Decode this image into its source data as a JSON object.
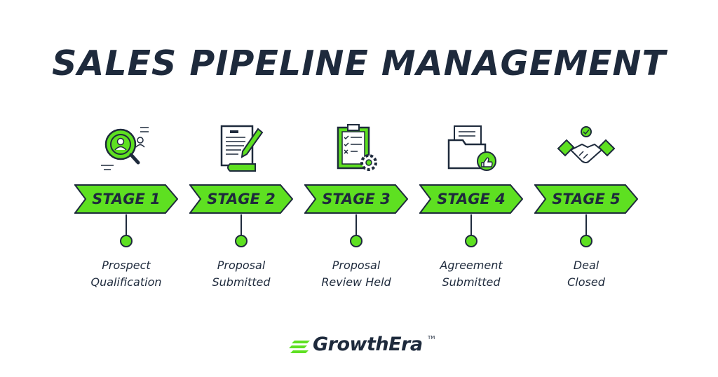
{
  "title": "SALES PIPELINE MANAGEMENT",
  "colors": {
    "accent": "#5ee021",
    "dark": "#1e2a3c",
    "background": "#ffffff"
  },
  "stages": [
    {
      "label": "STAGE 1",
      "icon": "magnifier-people-icon",
      "description": [
        "Prospect",
        "Qualification"
      ]
    },
    {
      "label": "STAGE 2",
      "icon": "document-pen-icon",
      "description": [
        "Proposal",
        "Submitted"
      ]
    },
    {
      "label": "STAGE 3",
      "icon": "clipboard-checklist-gear-icon",
      "description": [
        "Proposal",
        "Review Held"
      ]
    },
    {
      "label": "STAGE 4",
      "icon": "folder-thumbs-up-icon",
      "description": [
        "Agreement",
        "Submitted"
      ]
    },
    {
      "label": "STAGE 5",
      "icon": "handshake-check-icon",
      "description": [
        "Deal",
        "Closed"
      ]
    }
  ],
  "brand": {
    "name": "GrowthEra",
    "trademark": "TM"
  }
}
